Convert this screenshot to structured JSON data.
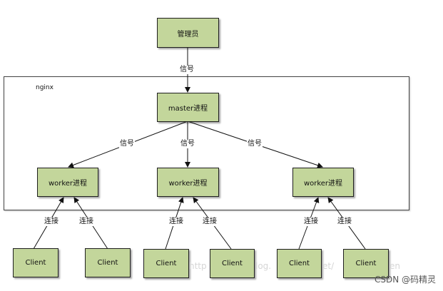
{
  "admin": "管理员",
  "container_label": "nginx",
  "master": "master进程",
  "worker": "worker进程",
  "client": "Client",
  "signal": "信号",
  "connect": "连接",
  "watermark": {
    "left": "http",
    "mid": "log.",
    "right": "et/",
    "tail": "en"
  },
  "credit": "CSDN @码精灵"
}
